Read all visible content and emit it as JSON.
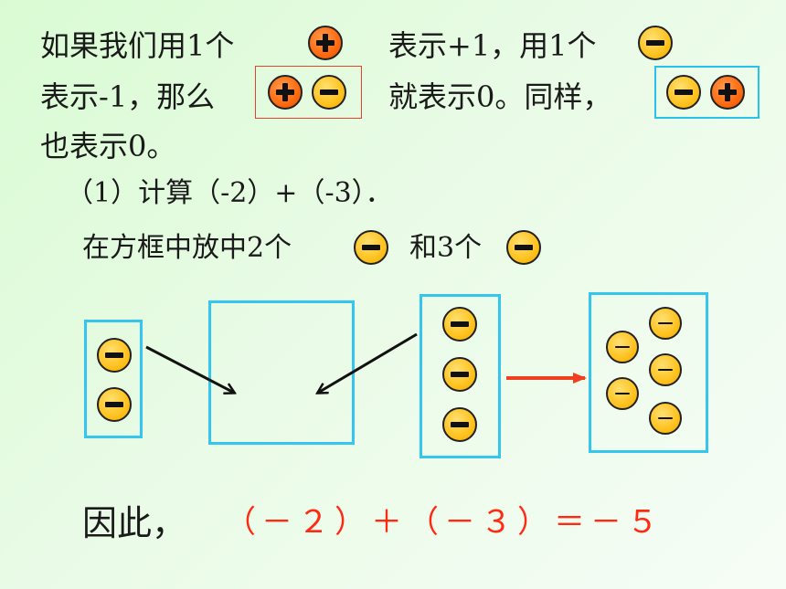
{
  "line1": {
    "a": "如果我们用1个",
    "b": "表示+1，用1个"
  },
  "line2": {
    "a": "表示-1，那么",
    "b": "就表示0。同样，"
  },
  "line3": "也表示0。",
  "problem": "（1）计算（-2）+（-3）．",
  "instruction": {
    "a": "在方框中放中2个",
    "b": "和3个"
  },
  "conclusion": {
    "prefix": "因此，",
    "expression": "（－２）＋（－３）＝－５"
  },
  "coins": {
    "positive": "+1 coin",
    "negative": "-1 coin"
  },
  "colors": {
    "negative_coin": "#ffc21e",
    "positive_coin": "#ff6a10",
    "box_border": "#35c6ee",
    "result_text": "#ff2a12",
    "merge_arrow": "#f04020"
  },
  "counts": {
    "left_box_minus": 2,
    "right_box_minus": 3,
    "result_minus": 5
  },
  "icons": [
    "plus-coin-icon",
    "minus-coin-icon",
    "arrow-icon"
  ]
}
